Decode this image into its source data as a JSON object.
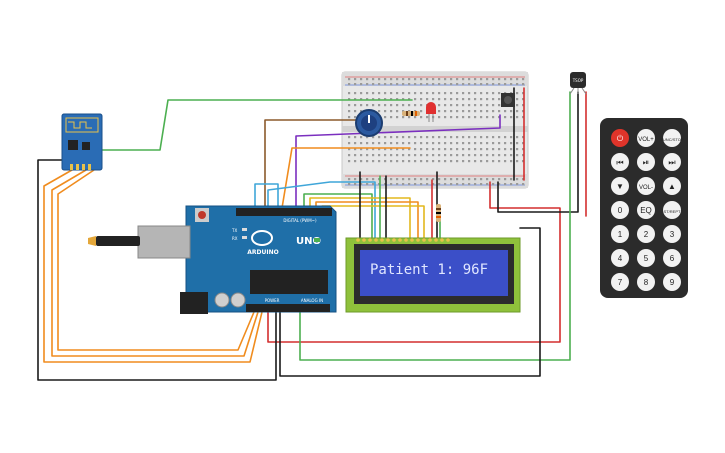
{
  "arduino": {
    "brand_label": "UNO",
    "logo_label": "ARDUINO",
    "digital_label": "DIGITAL (PWM~)",
    "power_label": "POWER",
    "analog_label": "ANALOG IN",
    "tx_label": "TX",
    "rx_label": "RX"
  },
  "lcd": {
    "line1": "Patient 1: 96F",
    "line2": ""
  },
  "ir_receiver": {
    "label": "TSOP"
  },
  "remote": {
    "buttons": [
      {
        "label": "⏻",
        "icon": "power-icon"
      },
      {
        "label": "VOL+",
        "icon": ""
      },
      {
        "label": "FUNC/STOP",
        "icon": ""
      },
      {
        "label": "⏮",
        "icon": "rewind-icon"
      },
      {
        "label": "⏯",
        "icon": "play-pause-icon"
      },
      {
        "label": "⏭",
        "icon": "fast-forward-icon"
      },
      {
        "label": "▼",
        "icon": "down-icon"
      },
      {
        "label": "VOL-",
        "icon": ""
      },
      {
        "label": "▲",
        "icon": "up-icon"
      },
      {
        "label": "0",
        "icon": ""
      },
      {
        "label": "EQ",
        "icon": ""
      },
      {
        "label": "ST/REPT",
        "icon": ""
      },
      {
        "label": "1",
        "icon": ""
      },
      {
        "label": "2",
        "icon": ""
      },
      {
        "label": "3",
        "icon": ""
      },
      {
        "label": "4",
        "icon": ""
      },
      {
        "label": "5",
        "icon": ""
      },
      {
        "label": "6",
        "icon": ""
      },
      {
        "label": "7",
        "icon": ""
      },
      {
        "label": "8",
        "icon": ""
      },
      {
        "label": "9",
        "icon": ""
      }
    ]
  },
  "colors": {
    "wire_green": "#4caf50",
    "wire_orange": "#f08c1e",
    "wire_black": "#1a1a1a",
    "wire_red": "#d32f2f",
    "wire_purple": "#7b2fbf",
    "wire_brown": "#8b5a2b",
    "wire_blue": "#3fa6d9",
    "arduino_blue": "#1f6fa8",
    "lcd_green": "#8fc13b",
    "lcd_screen": "#3b4fc8",
    "remote_body": "#2b2b2b",
    "power_red": "#e0342a"
  }
}
